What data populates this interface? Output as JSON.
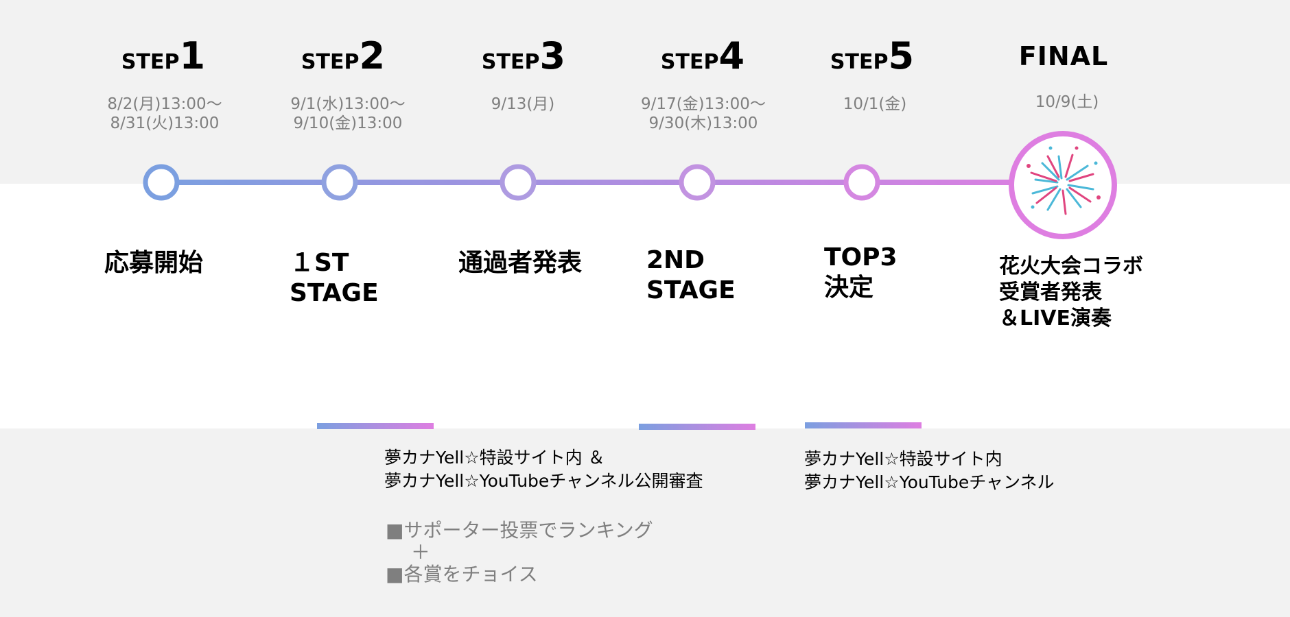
{
  "steps": [
    {
      "word": "STEP",
      "num": "1",
      "date": "8/2(月)13:00～\n8/31(火)13:00",
      "label": "応募開始"
    },
    {
      "word": "STEP",
      "num": "2",
      "date": "9/1(水)13:00～\n9/10(金)13:00",
      "label": "１ST\nSTAGE"
    },
    {
      "word": "STEP",
      "num": "3",
      "date": "9/13(月)",
      "label": "通過者発表"
    },
    {
      "word": "STEP",
      "num": "4",
      "date": "9/17(金)13:00～\n9/30(木)13:00",
      "label": "2ND\nSTAGE"
    },
    {
      "word": "STEP",
      "num": "5",
      "date": "10/1(金)",
      "label": "TOP3\n決定"
    }
  ],
  "final": {
    "title": "FINAL",
    "date": "10/9(土)",
    "label": "花火大会コラボ\n受賞者発表\n＆LIVE演奏"
  },
  "info_left": "夢カナYell☆特設サイト内 ＆\n夢カナYell☆YouTubeチャンネル公開審査",
  "bullets": "■サポーター投票でランキング\n　 ＋\n■各賞をチョイス",
  "info_right": "夢カナYell☆特設サイト内\n夢カナYell☆YouTubeチャンネル",
  "colors": {
    "start": "#7b9fe0",
    "end": "#de7ee1",
    "date_gray": "#7f7f7f",
    "band": "#f2f2f2"
  },
  "icons": {
    "final_node": "fireworks-icon"
  }
}
